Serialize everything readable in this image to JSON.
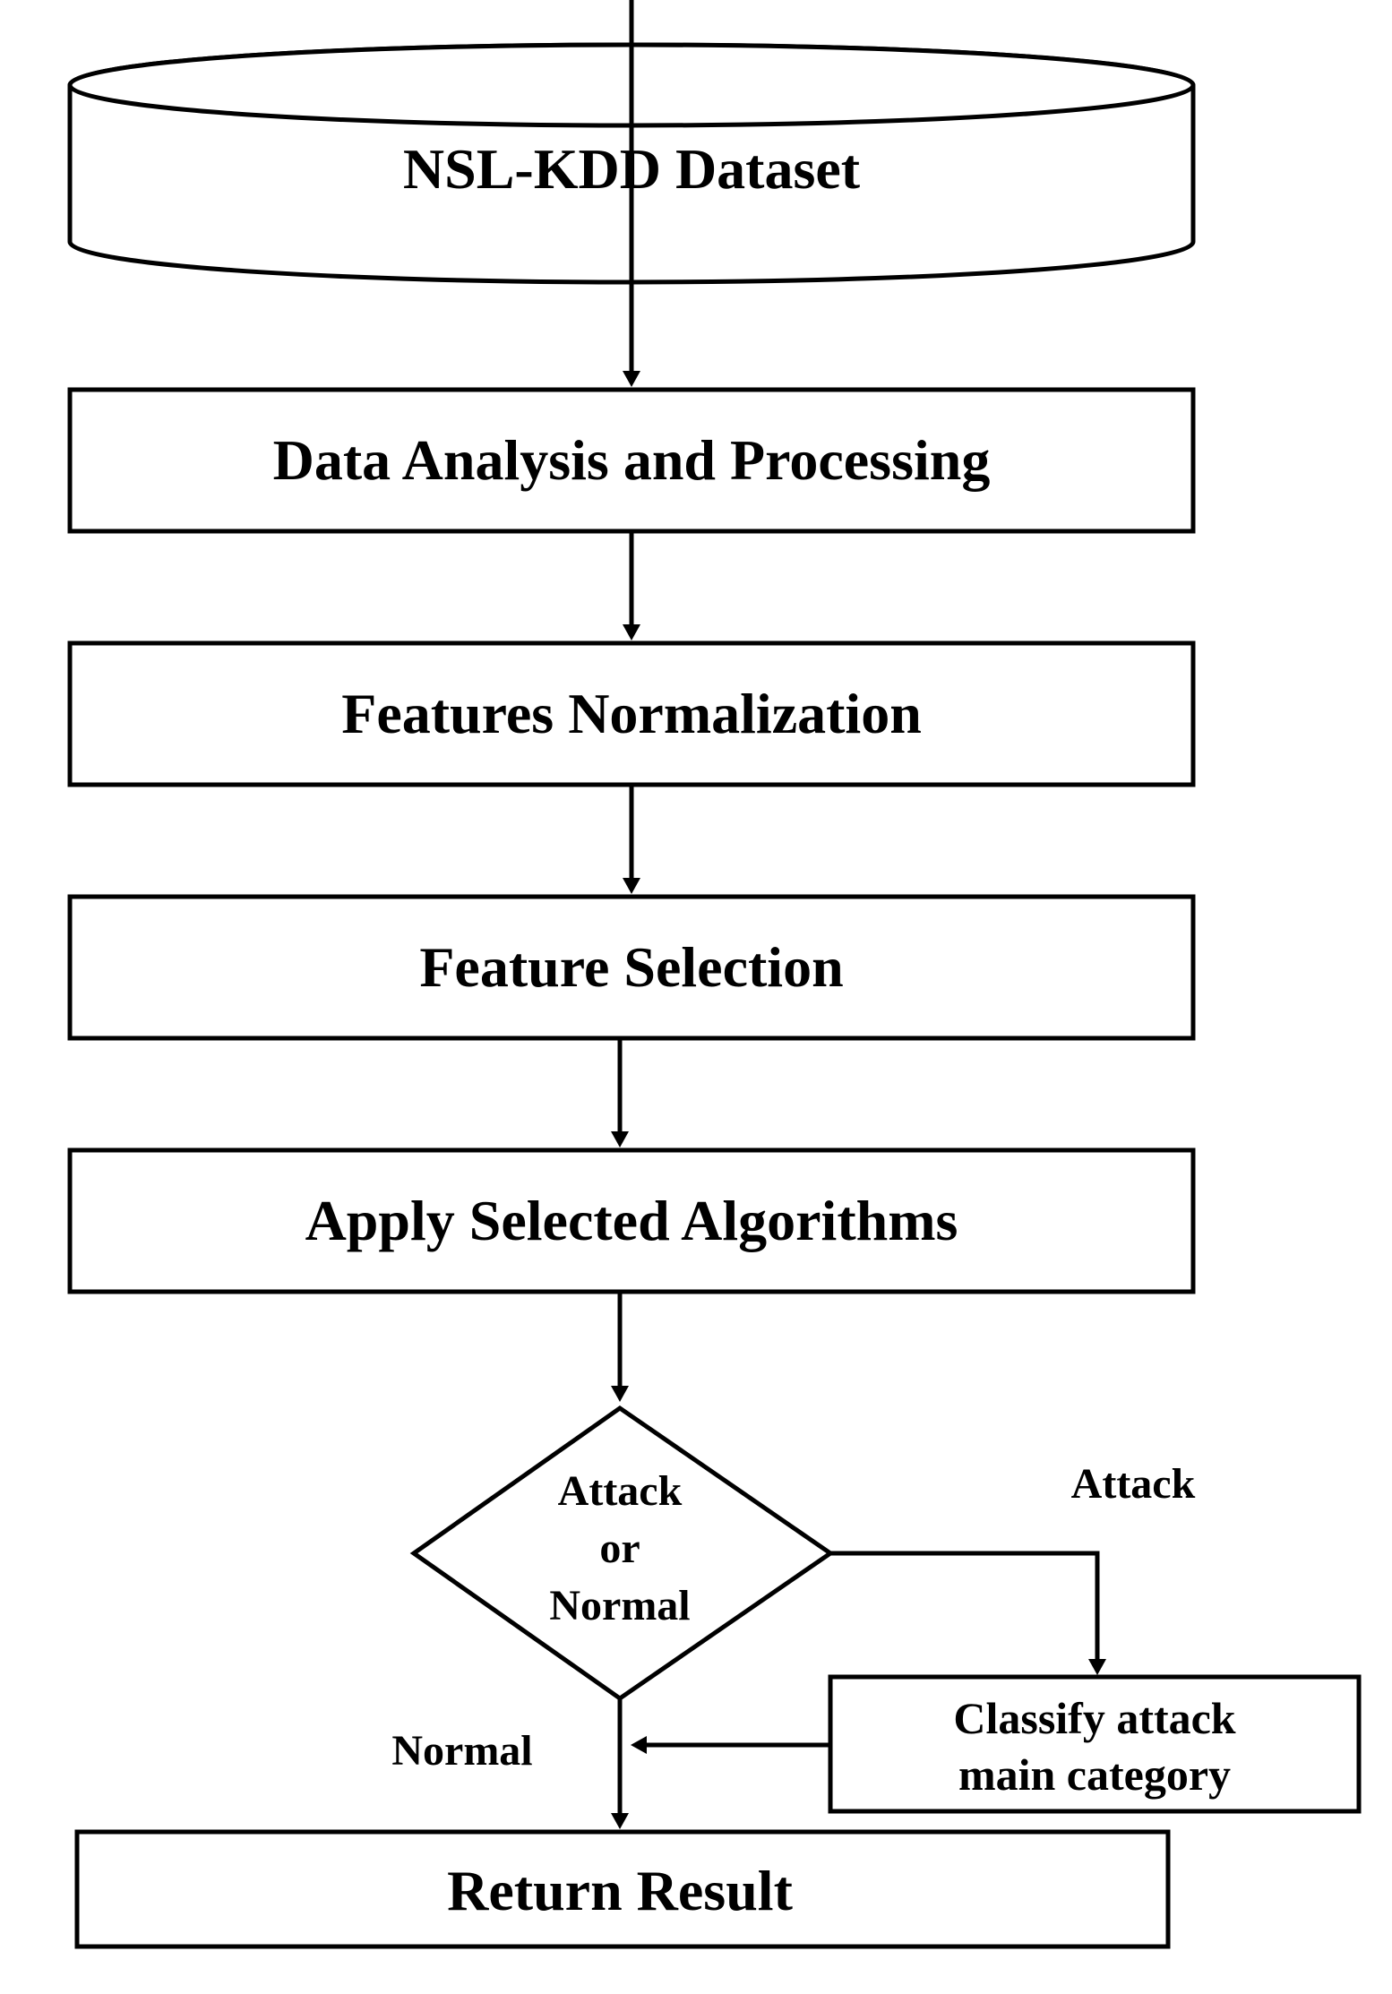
{
  "diagram": {
    "nodes": {
      "dataset": "NSL-KDD Dataset",
      "analysis": "Data Analysis and Processing",
      "normalization": "Features Normalization",
      "selection": "Feature Selection",
      "algorithms": "Apply Selected Algorithms",
      "decision": [
        "Attack",
        "or",
        "Normal"
      ],
      "classify": [
        "Classify attack",
        "main category"
      ],
      "result": "Return Result"
    },
    "edge_labels": {
      "attack": "Attack",
      "normal": "Normal"
    }
  }
}
